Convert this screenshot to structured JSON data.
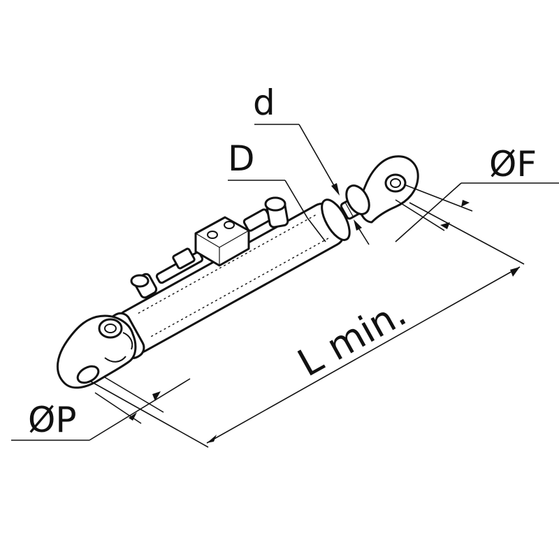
{
  "drawing": {
    "subject": "hydraulic cylinder",
    "line_color": "#111111",
    "background": "#ffffff"
  },
  "labels": {
    "rod_diameter": "d",
    "bore_diameter": "D",
    "rod_eye_diameter": "ØF",
    "base_eye_diameter": "ØP",
    "min_length": "L min."
  }
}
